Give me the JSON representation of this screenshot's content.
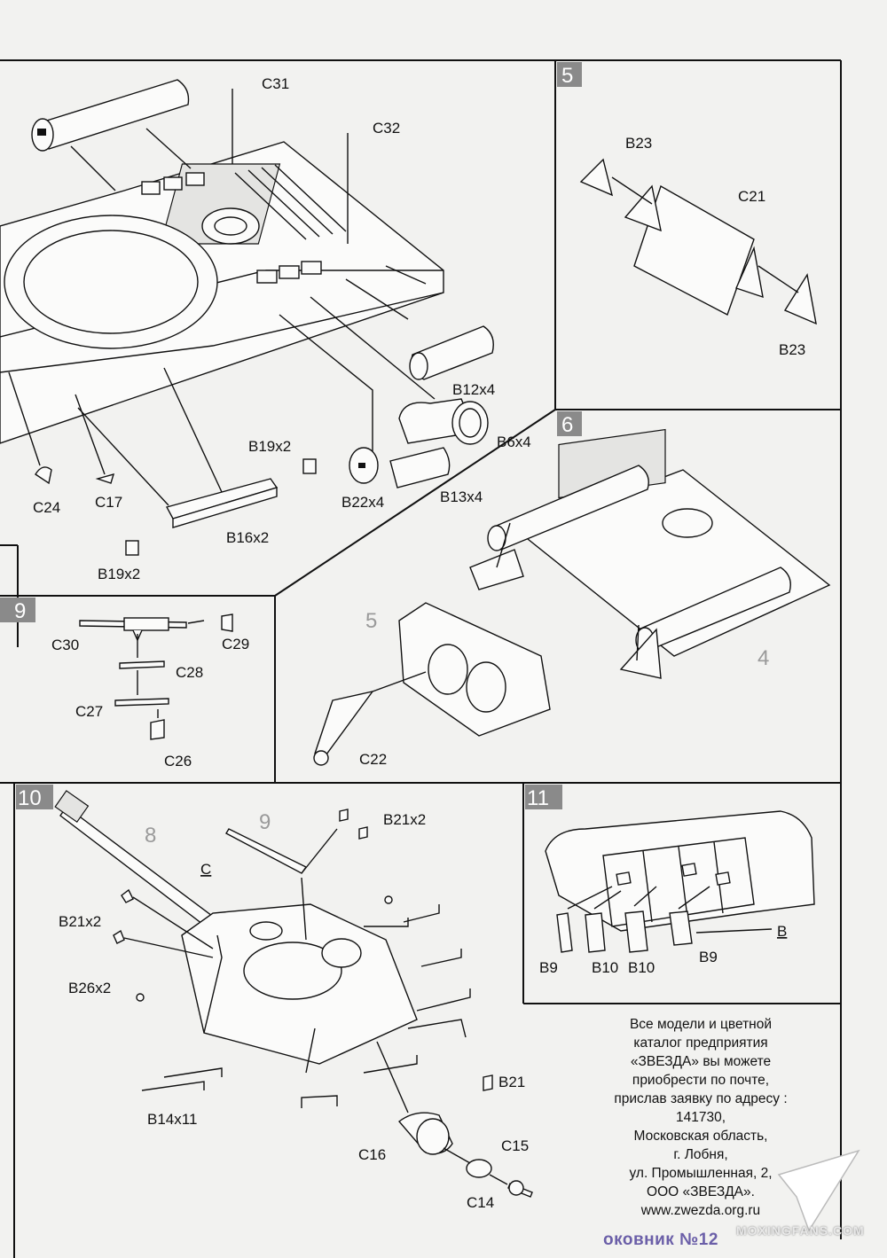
{
  "steps": {
    "s5": "5",
    "s6": "6",
    "s9": "9",
    "s10": "10",
    "s11": "11",
    "ghost_5": "5",
    "ghost_4": "4",
    "ghost_8": "8",
    "ghost_9": "9"
  },
  "labels": {
    "c31": "C31",
    "c32": "C32",
    "b12": "B12x4",
    "b6": "B6x4",
    "b13": "B13x4",
    "b22": "B22x4",
    "b19a": "B19x2",
    "b19b": "B19x2",
    "b16": "B16x2",
    "c24": "C24",
    "c17": "C17",
    "b23a": "B23",
    "b23b": "B23",
    "c21": "C21",
    "c30": "C30",
    "c29": "C29",
    "c28": "C28",
    "c27": "C27",
    "c26": "C26",
    "c22": "C22",
    "c_ref": "C",
    "b21a": "B21x2",
    "b21b": "B21x2",
    "b26": "B26x2",
    "b14": "B14x11",
    "b21c": "B21",
    "c16": "C16",
    "c15": "C15",
    "c14": "C14",
    "b_ref": "B",
    "b9a": "B9",
    "b10a": "B10",
    "b10b": "B10",
    "b9b": "B9"
  },
  "footer": {
    "lines": [
      "Все модели и цветной",
      "каталог предприятия",
      "«ЗВЕЗДА» вы можете",
      "приобрести по почте,",
      "прислав заявку по адресу :",
      "141730,",
      "Московская область,",
      "г. Лобня,",
      "ул. Промышленная, 2,",
      "ООО «ЗВЕЗДА».",
      "www.zwezda.org.ru"
    ]
  },
  "banner": "оковник №12",
  "watermark": "MOXINGFANS.COM"
}
